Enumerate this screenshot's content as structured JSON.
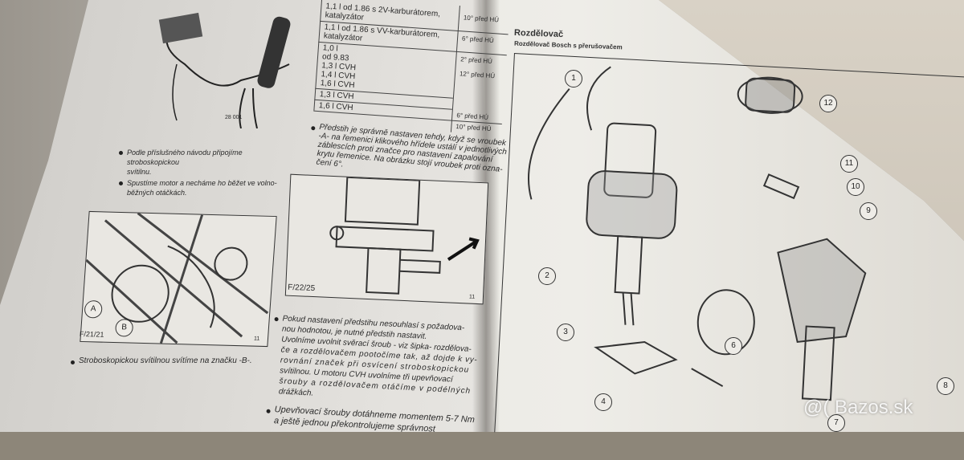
{
  "left_page": {
    "figure_top_label": "28 001",
    "bullets_top": [
      {
        "lines": [
          "Podle příslušného návodu připojíme stroboskopickou",
          "svítilnu."
        ]
      },
      {
        "lines": [
          "Spustíme motor a necháme ho běžet ve volno-",
          "běžných otáčkách."
        ]
      }
    ],
    "figure_engine": {
      "label": "F/21/21",
      "marker_a": "A",
      "marker_b": "B",
      "corner": "11"
    },
    "bullet_bottom": "Stroboskopickou svítilnou svítíme na značku -B-."
  },
  "middle_column": {
    "table_rows": [
      {
        "engine": [
          "1,1 l od 1.86 s 2V-karburátorem,",
          "katalyzátor"
        ],
        "value": "10° před HÚ"
      },
      {
        "engine": [
          "1,1 l od 1.86 s VV-karburátorem,",
          "katalyzátor"
        ],
        "value": "6° před HÚ"
      },
      {
        "engine": [
          "1,0 l",
          "od 9.83",
          "1,3 l CVH",
          "1,4 l CVH",
          "1,6 l CVH"
        ],
        "value": "2° před HÚ"
      },
      {
        "engine": [
          "1,3 l CVH"
        ],
        "value": "12° před HÚ"
      },
      {
        "engine": [
          "1,6 l CVH"
        ],
        "value": "6° před HÚ"
      },
      {
        "engine": [],
        "value": "10° před HÚ"
      }
    ],
    "paragraph_1": [
      "Předstih je správně nastaven tehdy, když se vroubek",
      "-A- na řemenici klikového hřídele ustálí v jednotlivých",
      "záblescích proti značce pro nastavení zapalování",
      "krytu řemenice. Na obrázku stojí vroubek proti ozna-",
      "čení 6°."
    ],
    "figure_label": "F/22/25",
    "figure_corner": "11",
    "paragraph_2": [
      "Pokud nastavení předstihu nesouhlasí s požadova-",
      "nou hodnotou, je nutné předstih nastavit.",
      "Uvolníme uvolnit svěrací šroub - viz šipka- rozdělova-",
      "če a rozdělovačem pootočíme tak, až dojde k vy-",
      "rovnání značek při osvícení stroboskopickou",
      "svítilnou. U motoru CVH uvolníme tři upevňovací",
      "šrouby a rozdělovačem otáčíme v podélných",
      "drážkách."
    ],
    "paragraph_3": [
      "Upevňovací šrouby dotáhneme momentem 5-7 Nm",
      "a ještě jednou překontrolujeme správnost"
    ]
  },
  "right_page": {
    "section_title": "Rozdělovač",
    "subtitle": "Rozdělovač Bosch s přerušovačem",
    "callouts": [
      "1",
      "12",
      "11",
      "10",
      "9",
      "2",
      "3",
      "6",
      "4",
      "7",
      "8"
    ]
  },
  "watermark": "@( Bazos.sk"
}
